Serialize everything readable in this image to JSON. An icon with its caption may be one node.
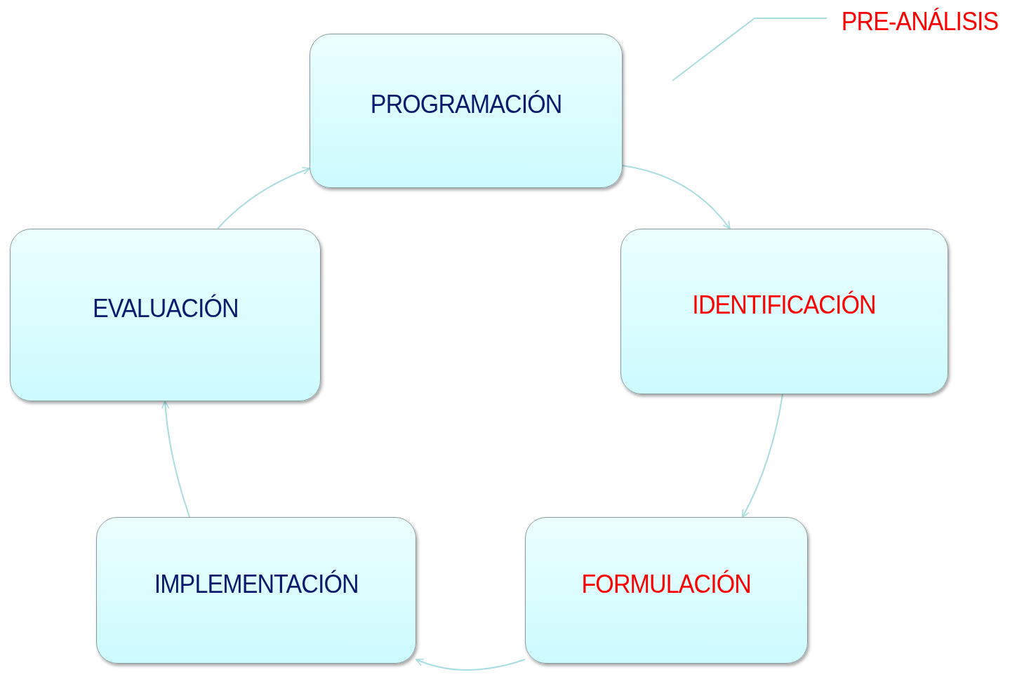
{
  "diagram": {
    "nodes": [
      {
        "text": [
          "PROGRAMACIÓN"
        ]
      },
      {
        "text": [
          "IDENTIFICACIÓN"
        ]
      },
      {
        "text": [
          "FORMULACIÓN"
        ]
      },
      {
        "text": [
          "IMPLEMENTACIÓN"
        ]
      },
      {
        "text": [
          "EVALUACIÓN"
        ]
      },
      {
        "text": [
          "PRE-ANÁLISIS"
        ]
      }
    ],
    "edges": [
      {
        "from": 0,
        "to": 1,
        "arrow": "to"
      },
      {
        "from": 1,
        "to": 2,
        "arrow": "to"
      },
      {
        "from": 2,
        "to": 3,
        "arrow": "to"
      },
      {
        "from": 3,
        "to": 4,
        "arrow": "to"
      },
      {
        "from": 4,
        "to": 0,
        "arrow": "to"
      },
      {
        "from": 5,
        "to": null,
        "arrow": "none"
      }
    ]
  }
}
